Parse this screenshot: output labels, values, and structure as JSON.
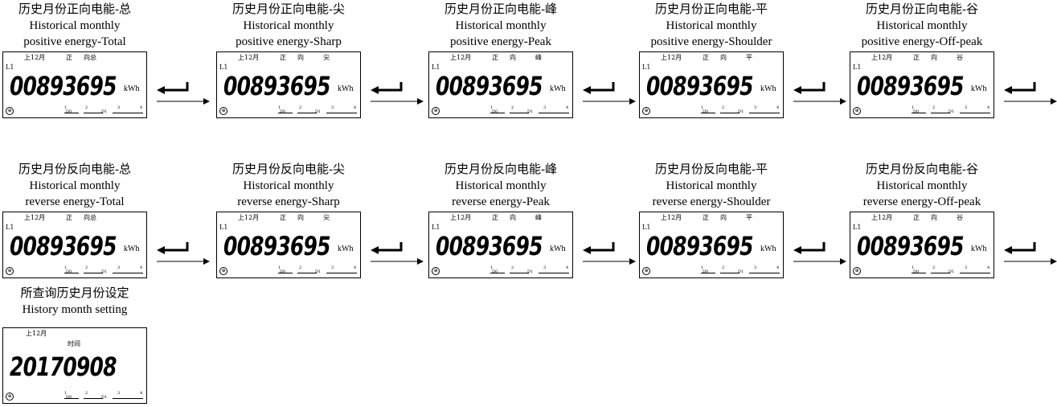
{
  "lcd": {
    "month_label": "上12月",
    "line_label": "L1",
    "value": "00893695",
    "unit": "kWh",
    "badge": "⊕",
    "ind_1": "1",
    "ind_d0": "D0",
    "ind_2": "2",
    "ind_d1": "D1",
    "ind_3": "3",
    "ind_4": "4",
    "forward_1": "正",
    "forward_2": "向",
    "reverse_1": "正",
    "reverse_2": "向总"
  },
  "rows": [
    {
      "panels": [
        {
          "zh": "历史月份正向电能-总",
          "en1": "Historical monthly",
          "en2": "positive energy-Total",
          "mode": [
            "正",
            "向总",
            ""
          ]
        },
        {
          "zh": "历史月份正向电能-尖",
          "en1": "Historical monthly",
          "en2": "positive energy-Sharp",
          "mode": [
            "正",
            "向",
            "尖"
          ]
        },
        {
          "zh": "历史月份正向电能-峰",
          "en1": "Historical monthly",
          "en2": "positive energy-Peak",
          "mode": [
            "正",
            "向",
            "峰"
          ]
        },
        {
          "zh": "历史月份正向电能-平",
          "en1": "Historical monthly",
          "en2": "positive energy-Shoulder",
          "mode": [
            "正",
            "向",
            "平"
          ]
        },
        {
          "zh": "历史月份正向电能-谷",
          "en1": "Historical monthly",
          "en2": "positive energy-Off-peak",
          "mode": [
            "正",
            "向",
            "谷"
          ]
        }
      ]
    },
    {
      "panels": [
        {
          "zh": "历史月份反向电能-总",
          "en1": "Historical monthly",
          "en2": "reverse energy-Total",
          "mode": [
            "正",
            "向总",
            ""
          ]
        },
        {
          "zh": "历史月份反向电能-尖",
          "en1": "Historical monthly",
          "en2": "reverse energy-Sharp",
          "mode": [
            "正",
            "向",
            "尖"
          ]
        },
        {
          "zh": "历史月份反向电能-峰",
          "en1": "Historical monthly",
          "en2": "reverse energy-Peak",
          "mode": [
            "正",
            "向",
            "峰"
          ]
        },
        {
          "zh": "历史月份反向电能-平",
          "en1": "Historical monthly",
          "en2": "reverse energy-Shoulder",
          "mode": [
            "正",
            "向",
            "平"
          ]
        },
        {
          "zh": "历史月份反向电能-谷",
          "en1": "Historical monthly",
          "en2": "reverse energy-Off-peak",
          "mode": [
            "正",
            "向",
            "谷"
          ]
        }
      ]
    }
  ],
  "setting": {
    "zh": "所查询历史月份设定",
    "en": "History month setting",
    "month_label": "上12月",
    "time_label": "时间",
    "value": "20170908"
  }
}
